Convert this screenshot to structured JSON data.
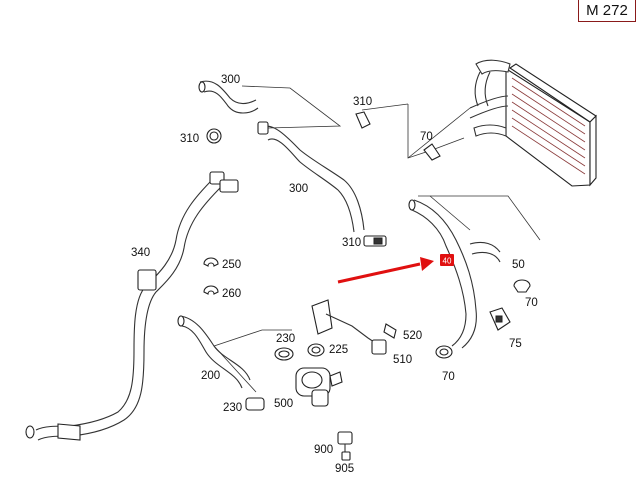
{
  "model_badge": "M 272",
  "part_labels": {
    "p300a": "300",
    "p310a": "310",
    "p310b": "310",
    "p300b": "300",
    "p70a": "70",
    "p340": "340",
    "p310c": "310",
    "p250": "250",
    "p260": "260",
    "p50": "50",
    "p70b": "70",
    "p230a": "230",
    "p225": "225",
    "p520": "520",
    "p510": "510",
    "p75": "75",
    "p200": "200",
    "p500": "500",
    "p230b": "230",
    "p70c": "70",
    "p900": "900",
    "p905": "905"
  },
  "highlight": {
    "marker_color": "#e01010",
    "arrow_color": "#e01010"
  }
}
